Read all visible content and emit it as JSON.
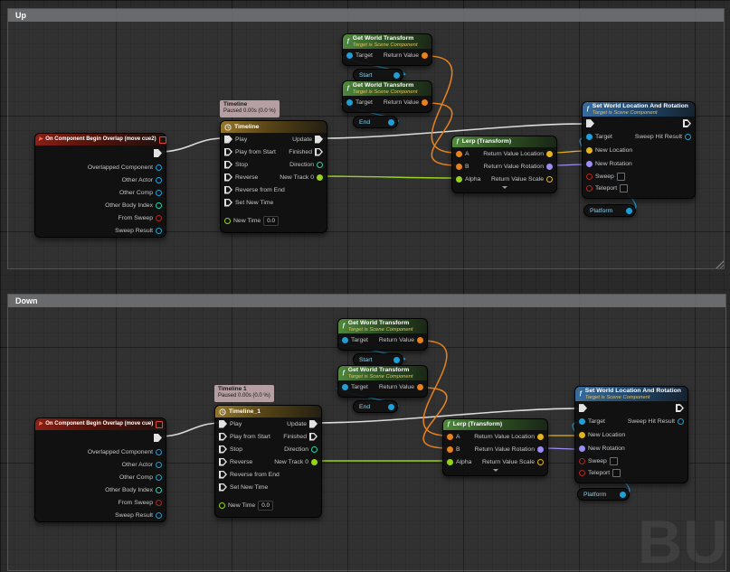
{
  "watermark": "BU",
  "colors": {
    "exec": "#dcdcdc",
    "object": "#1f9fd8",
    "float": "#97d21e",
    "int": "#2fd0a8",
    "bool": "#b3261e",
    "transform": "#e8821e",
    "vector": "#e3b421",
    "rotator": "#9d8df2"
  },
  "sections": [
    {
      "label": "Up",
      "event": {
        "title": "On Component Begin Overlap (move cue2)",
        "pins": [
          "Overlapped Component",
          "Other Actor",
          "Other Comp",
          "Other Body Index",
          "From Sweep",
          "Sweep Result"
        ]
      },
      "bubble": {
        "title": "Timeline",
        "status": "Paused 0.00s (0.0 %)"
      },
      "timeline": {
        "title": "Timeline",
        "in1": "Play",
        "in2": "Play from Start",
        "in3": "Stop",
        "in4": "Reverse",
        "in5": "Reverse from End",
        "in6": "Set New Time",
        "new_time": "New Time",
        "new_time_value": "0.0",
        "out1": "Update",
        "out2": "Finished",
        "out3": "Direction",
        "out4": "New Track 0"
      },
      "gwt": {
        "title": "Get World Transform",
        "subtitle": "Target is Scene Component",
        "target": "Target",
        "ret": "Return Value"
      },
      "start": "Start",
      "end": "End",
      "lerp": {
        "title": "Lerp (Transform)",
        "a": "A",
        "b": "B",
        "alpha": "Alpha",
        "out_loc": "Return Value Location",
        "out_rot": "Return Value Rotation",
        "out_scale": "Return Value Scale"
      },
      "setnode": {
        "title": "Set World Location And Rotation",
        "subtitle": "Target is Scene Component",
        "target": "Target",
        "new_location": "New Location",
        "new_rotation": "New Rotation",
        "sweep": "Sweep",
        "teleport": "Teleport",
        "hit": "Sweep Hit Result"
      },
      "platform": "Platform"
    },
    {
      "label": "Down",
      "event": {
        "title": "On Component Begin Overlap (move cue)",
        "pins": [
          "Overlapped Component",
          "Other Actor",
          "Other Comp",
          "Other Body Index",
          "From Sweep",
          "Sweep Result"
        ]
      },
      "bubble": {
        "title": "Timeline 1",
        "status": "Paused 0.00s (0.0 %)"
      },
      "timeline": {
        "title": "Timeline_1",
        "in1": "Play",
        "in2": "Play from Start",
        "in3": "Stop",
        "in4": "Reverse",
        "in5": "Reverse from End",
        "in6": "Set New Time",
        "new_time": "New Time",
        "new_time_value": "0.0",
        "out1": "Update",
        "out2": "Finished",
        "out3": "Direction",
        "out4": "New Track 0"
      },
      "gwt": {
        "title": "Get World Transform",
        "subtitle": "Target is Scene Component",
        "target": "Target",
        "ret": "Return Value"
      },
      "start": "Start",
      "end": "End",
      "lerp": {
        "title": "Lerp (Transform)",
        "a": "A",
        "b": "B",
        "alpha": "Alpha",
        "out_loc": "Return Value Location",
        "out_rot": "Return Value Rotation",
        "out_scale": "Return Value Scale"
      },
      "setnode": {
        "title": "Set World Location And Rotation",
        "subtitle": "Target is Scene Component",
        "target": "Target",
        "new_location": "New Location",
        "new_rotation": "New Rotation",
        "sweep": "Sweep",
        "teleport": "Teleport",
        "hit": "Sweep Hit Result"
      },
      "platform": "Platform"
    }
  ]
}
